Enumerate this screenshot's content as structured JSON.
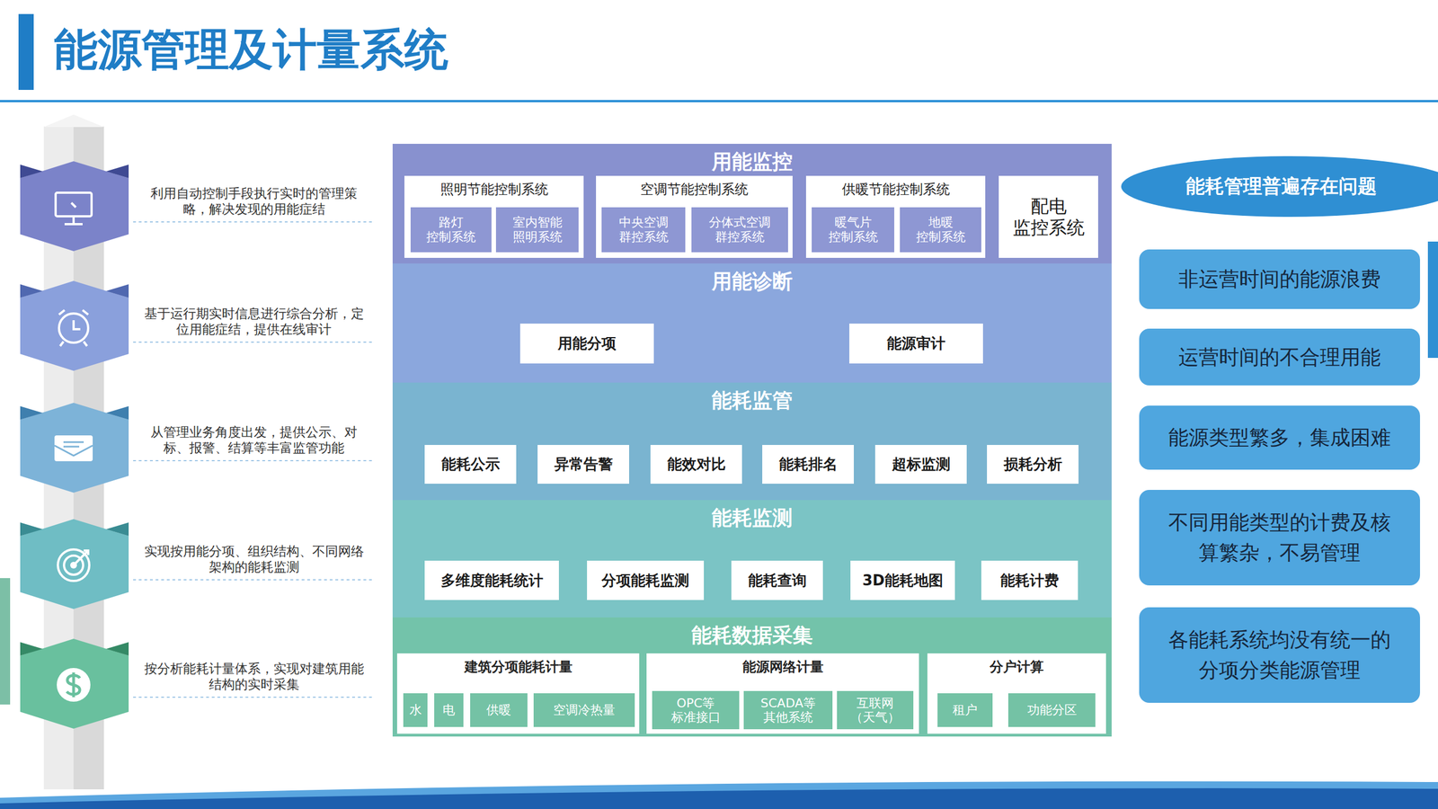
{
  "diagram": {
    "title": "能源管理及计量系统",
    "nodes": [
      {
        "text": [
          "用能监控"
        ]
      },
      {
        "text": [
          "照明节能控制系统"
        ],
        "in": 0
      },
      {
        "text": [
          "路灯 控制系统"
        ],
        "in": 1
      },
      {
        "text": [
          "室内智能 照明系统"
        ],
        "in": 1
      },
      {
        "text": [
          "空调节能控制系统"
        ],
        "in": 0
      },
      {
        "text": [
          "中央空调 群控系统"
        ],
        "in": 4
      },
      {
        "text": [
          "分体式空调 群控系统"
        ],
        "in": 4
      },
      {
        "text": [
          "供暖节能控制系统"
        ],
        "in": 0
      },
      {
        "text": [
          "暖气片 控制系统"
        ],
        "in": 7
      },
      {
        "text": [
          "地暖 控制系统"
        ],
        "in": 7
      },
      {
        "text": [
          "配电 监控系统"
        ],
        "in": 0
      },
      {
        "text": [
          "用能诊断"
        ]
      },
      {
        "text": [
          "用能分项"
        ],
        "in": 11
      },
      {
        "text": [
          "能源审计"
        ],
        "in": 11
      },
      {
        "text": [
          "能耗监管"
        ]
      },
      {
        "text": [
          "能耗公示"
        ],
        "in": 14
      },
      {
        "text": [
          "异常告警"
        ],
        "in": 14
      },
      {
        "text": [
          "能效对比"
        ],
        "in": 14
      },
      {
        "text": [
          "能耗排名"
        ],
        "in": 14
      },
      {
        "text": [
          "超标监测"
        ],
        "in": 14
      },
      {
        "text": [
          "损耗分析"
        ],
        "in": 14
      },
      {
        "text": [
          "能耗监测"
        ]
      },
      {
        "text": [
          "多维度能耗统计"
        ],
        "in": 21
      },
      {
        "text": [
          "分项能耗监测"
        ],
        "in": 21
      },
      {
        "text": [
          "能耗查询"
        ],
        "in": 21
      },
      {
        "text": [
          "3D能耗地图"
        ],
        "in": 21
      },
      {
        "text": [
          "能耗计费"
        ],
        "in": 21
      },
      {
        "text": [
          "能耗数据采集"
        ]
      },
      {
        "text": [
          "建筑分项能耗计量"
        ],
        "in": 27
      },
      {
        "text": [
          "水"
        ],
        "in": 28
      },
      {
        "text": [
          "电"
        ],
        "in": 28
      },
      {
        "text": [
          "供暖"
        ],
        "in": 28
      },
      {
        "text": [
          "空调冷热量"
        ],
        "in": 28
      },
      {
        "text": [
          "能源网络计量"
        ],
        "in": 27
      },
      {
        "text": [
          "OPC等 标准接口"
        ],
        "in": 33
      },
      {
        "text": [
          "SCADA等 其他系统"
        ],
        "in": 33
      },
      {
        "text": [
          "互联网 （天气）"
        ],
        "in": 33
      },
      {
        "text": [
          "分户计算"
        ],
        "in": 27
      },
      {
        "text": [
          "租户"
        ],
        "in": 37
      },
      {
        "text": [
          "功能分区"
        ],
        "in": 37
      },
      {
        "text": [
          "能耗管理普遍存在问题"
        ]
      },
      {
        "text": [
          "非运营时间的能源浪费"
        ]
      },
      {
        "text": [
          "运营时间的不合理用能"
        ]
      },
      {
        "text": [
          "能源类型繁多，集成困难"
        ]
      },
      {
        "text": [
          "不同用能类型的计费及核算繁杂，不易管理"
        ]
      },
      {
        "text": [
          "各能耗系统均没有统一的分项分类能源管理"
        ]
      }
    ],
    "labels": [
      "利用自动控制手段执行实时的管理策略，解决发现的用能症结",
      "基于运行期实时信息进行综合分析，定位用能症结，提供在线审计",
      "从管理业务角度出发，提供公示、对标、报警、结算等丰富监管功能",
      "实现按用能分项、组织结构、不同网络架构的能耗监测",
      "按分析能耗计量体系，实现对建筑用能结构的实时采集"
    ]
  }
}
